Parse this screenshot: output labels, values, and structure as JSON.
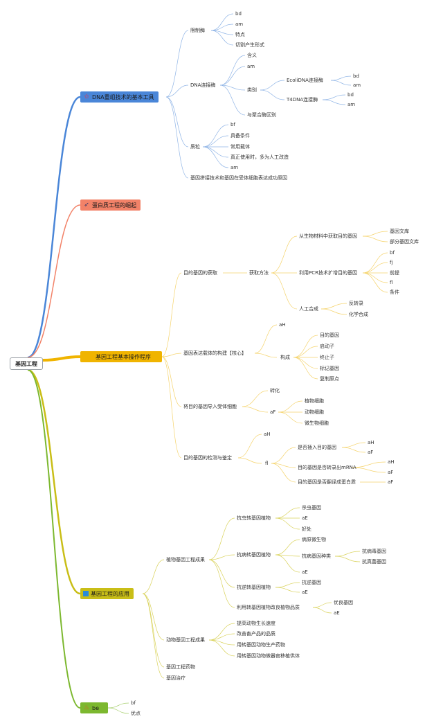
{
  "root": {
    "label": "基因工程"
  },
  "branches": {
    "tools": {
      "label": "DNA重组技术的基本工具",
      "icon": "star-icon",
      "color": "#4a86d8",
      "children": {
        "restriction": {
          "label": "限制酶",
          "items": [
            "bd",
            "am",
            "特点",
            "切割产生形式"
          ]
        },
        "ligase": {
          "label": "DNA连接酶",
          "meaning": "含义",
          "am": "am",
          "types": {
            "label": "类别",
            "ecoli": {
              "label": "EcoliDNA连接酶",
              "items": [
                "bd",
                "am"
              ]
            },
            "t4": {
              "label": "T4DNA连接酶",
              "items": [
                "bd",
                "am"
              ]
            }
          },
          "diff": "与聚合酶区别"
        },
        "plasmid": {
          "label": "质粒",
          "items": [
            "bf",
            "具备条件",
            "常用载体",
            "真正使用时，多为人工改造",
            "am"
          ]
        },
        "splicing": "基因拼接技术和基因在受体细胞表达成功原因"
      }
    },
    "protein": {
      "label": "蛋白质工程的崛起",
      "icon": "rocket-icon",
      "color": "#f28268"
    },
    "procedure": {
      "label": "基因工程基本操作程序",
      "color": "#f0b400",
      "children": {
        "acquire": {
          "label": "目的基因的获取",
          "method": "获取方法",
          "from_bio": {
            "label": "从生物材料中获取目的基因",
            "items": [
              "基因文库",
              "部分基因文库"
            ]
          },
          "pcr": {
            "label": "利用PCR技术扩增目的基因",
            "items": [
              "bf",
              "fj",
              "前提",
              "fl",
              "条件"
            ]
          },
          "synth": {
            "label": "人工合成",
            "items": [
              "反转录",
              "化学合成"
            ]
          }
        },
        "vector": {
          "label": "基因表达载体的构建【核心】",
          "ah": "aH",
          "composition": {
            "label": "构成",
            "items": [
              "目的基因",
              "启动子",
              "终止子",
              "标记基因",
              "复制原点"
            ]
          }
        },
        "transform": {
          "label": "将目的基因导入受体细胞",
          "conversion": "转化",
          "af": {
            "label": "aF",
            "items": [
              "植物细胞",
              "动物细胞",
              "微生物细胞"
            ]
          }
        },
        "detect": {
          "label": "目的基因的检测与鉴定",
          "ah": "aH",
          "fl": {
            "label": "fl",
            "q1": {
              "label": "是否插入目的基因",
              "items": [
                "aH",
                "aF"
              ]
            },
            "q2": {
              "label": "目的基因是否转录出mRNA",
              "items": [
                "aH",
                "aF"
              ]
            },
            "q3": {
              "label": "目的基因是否翻译成蛋白质",
              "items": [
                "aF"
              ]
            }
          }
        }
      }
    },
    "application": {
      "label": "基因工程的应用",
      "icon": "square-icon",
      "color": "#c9be17",
      "children": {
        "plant": {
          "label": "植物基因工程成果",
          "insect": {
            "label": "抗虫转基因植物",
            "items": [
              "杀虫基因",
              "aE",
              "好处"
            ]
          },
          "disease": {
            "label": "抗病转基因植物",
            "pathogen": "病原微生物",
            "genes": {
              "label": "抗病基因种类",
              "items": [
                "抗病毒基因",
                "抗真菌基因"
              ]
            },
            "ae": "aE"
          },
          "adverse": {
            "label": "抗逆转基因植物",
            "items": [
              "抗逆基因",
              "aE"
            ]
          },
          "quality": {
            "label": "利用转基因植物改良植物品质",
            "items": [
              "优良基因",
              "aE"
            ]
          }
        },
        "animal": {
          "label": "动物基因工程成果",
          "items": [
            "提高动物生长速度",
            "改善畜产品的品质",
            "用转基因动物生产药物",
            "用转基因动物做器官移植供体"
          ]
        },
        "drugs": "基因工程药物",
        "therapy": "基因治疗"
      }
    },
    "be": {
      "label": "be",
      "icon": "fire-icon",
      "color": "#7cb82f",
      "items": [
        "bf",
        "优点"
      ]
    }
  }
}
